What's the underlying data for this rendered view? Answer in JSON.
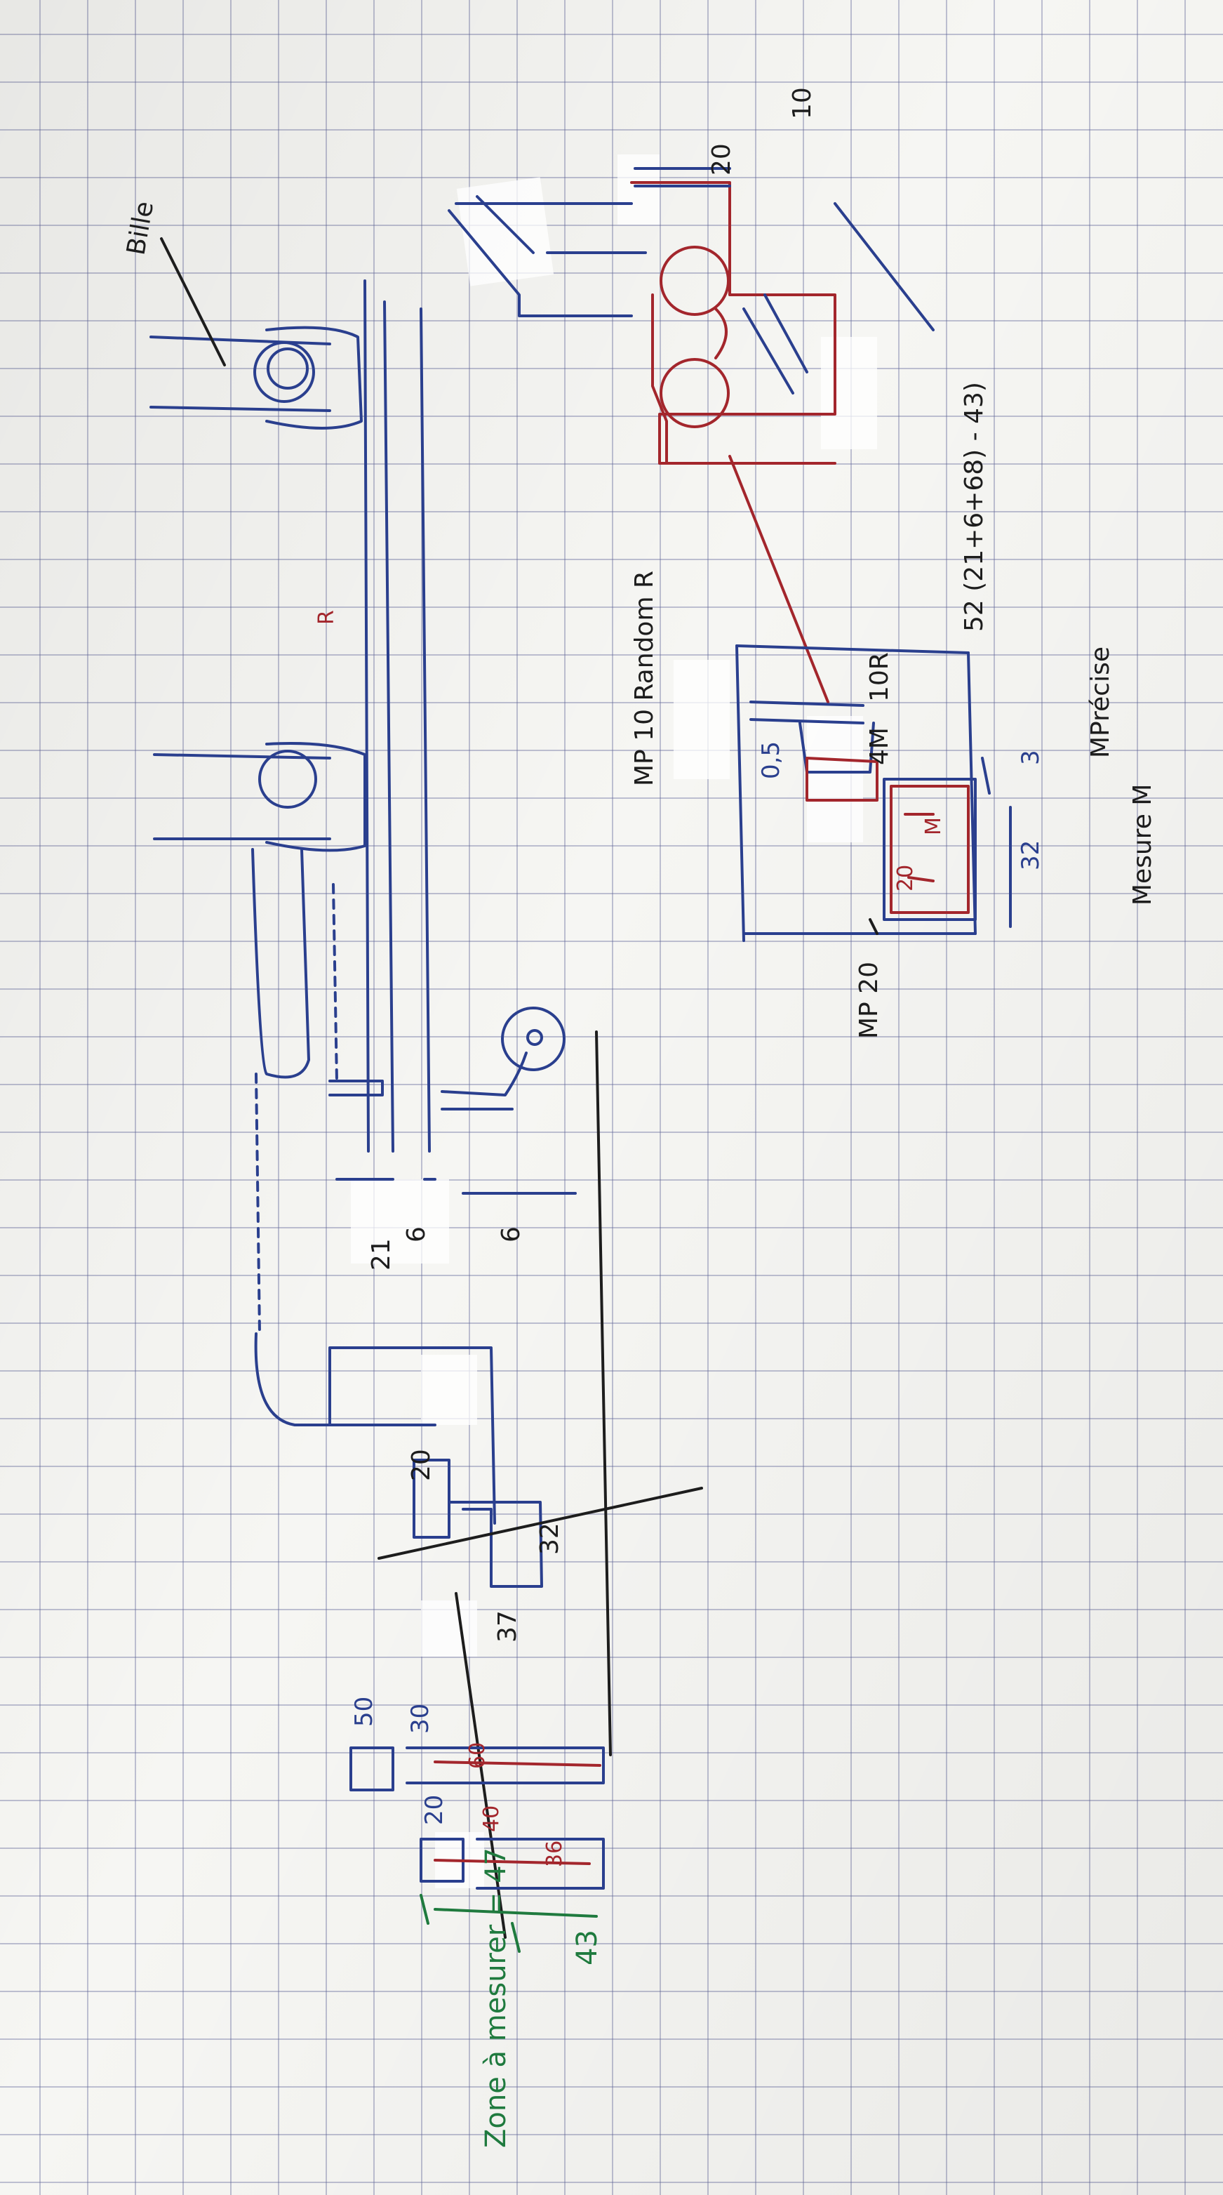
{
  "labels": {
    "bille": "Bille",
    "r_main": "R",
    "d21": "21",
    "d6": "6",
    "d6_2": "6",
    "d20_top": "20",
    "d32_mid": "32",
    "d37": "37",
    "d50": "50",
    "d30": "30",
    "d60": "60",
    "d20_small": "20",
    "d40": "40",
    "d36": "36",
    "zone_a_mesurer": "Zone à mesurer = 47",
    "d43": "43",
    "d20_right": "20",
    "d10_right": "10",
    "formula": "52 (21+6+68) - 43)",
    "mp_10_random_r": "MP  10 Random R",
    "d05": "0,5",
    "d10r": "10R",
    "d4m": "4M",
    "d20_inner": "20",
    "m_inner": "M",
    "d32_right": "32",
    "d3_right": "3",
    "mp_precise": "MPrécise",
    "mesure_m": "Mesure M",
    "mp_20": "MP 20"
  }
}
